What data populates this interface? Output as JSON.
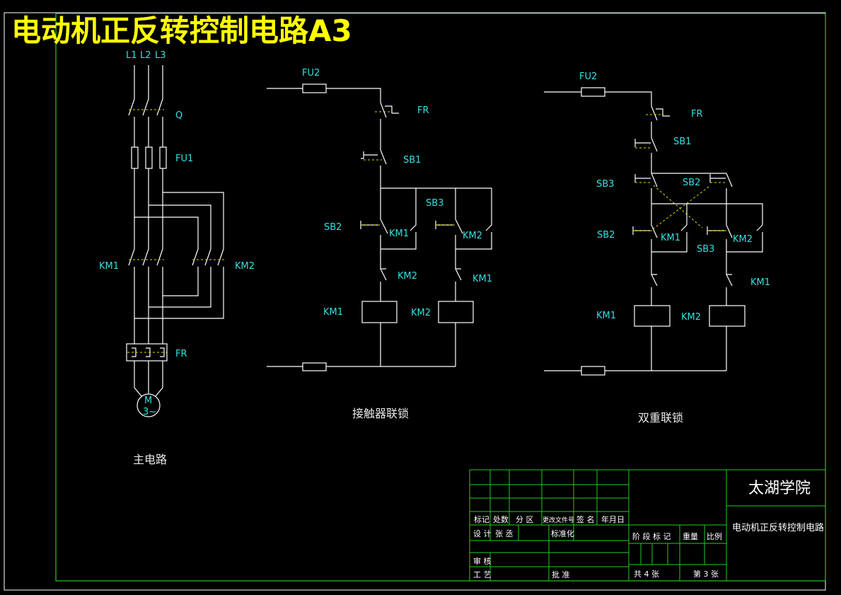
{
  "title": "电动机正反转控制电路A3",
  "main_circuit": {
    "caption": "主电路",
    "phases": [
      "L1",
      "L2",
      "L3"
    ],
    "switch": "Q",
    "fuse": "FU1",
    "contactor_left": "KM1",
    "contactor_right": "KM2",
    "relay": "FR",
    "motor_line1": "M",
    "motor_line2": "3~"
  },
  "contactor_interlock": {
    "caption": "接触器联锁",
    "fuse": "FU2",
    "relay": "FR",
    "stop": "SB1",
    "fwd_button": "SB2",
    "rev_button": "SB3",
    "km1_hold": "KM1",
    "km2_hold": "KM2",
    "km2_nc": "KM2",
    "km1_nc": "KM1",
    "coil1": "KM1",
    "coil2": "KM2"
  },
  "double_interlock": {
    "caption": "双重联锁",
    "fuse": "FU2",
    "relay": "FR",
    "stop": "SB1",
    "sb3_top": "SB3",
    "sb2_top": "SB2",
    "sb2_bottom": "SB2",
    "sb3_bottom": "SB3",
    "km1_hold": "KM1",
    "km2_hold": "KM2",
    "km1_nc": "KM1",
    "coil1": "KM1",
    "coil2": "KM2"
  },
  "title_block": {
    "school": "太湖学院",
    "drawing_name": "电动机正反转控制电路",
    "h_mark": "标记",
    "h_count": "处数",
    "h_zone": "分 区",
    "h_docno": "更改文件号",
    "h_sign": "签 名",
    "h_date": "年月日",
    "design": "设 计",
    "designer": "张 丞",
    "standard": "标准化",
    "stage": "阶 段 标 记",
    "weight": "重量",
    "scale": "比例",
    "review": "审 核",
    "process": "工 艺",
    "approve": "批 准",
    "total": "共 4 张",
    "sheet": "第 3 张"
  }
}
